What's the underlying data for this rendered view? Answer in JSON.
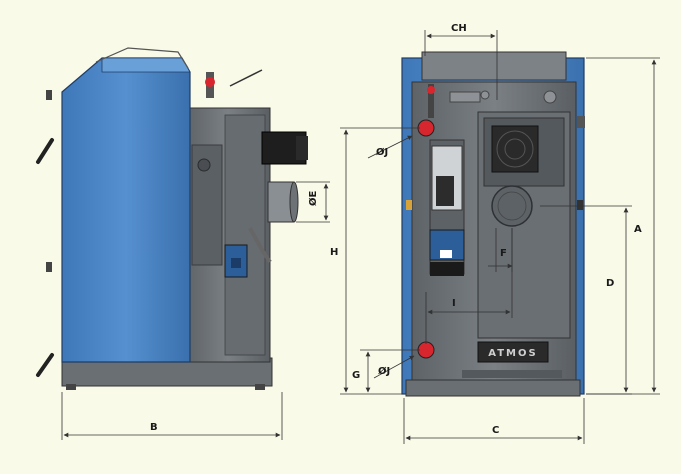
{
  "diagram": {
    "dimension_labels": {
      "B": "B",
      "C": "C",
      "CH": "CH",
      "A": "A",
      "H": "H",
      "D": "D",
      "G": "G",
      "E": "ØE",
      "F": "F",
      "I": "I",
      "J_top": "ØJ",
      "J_bottom": "ØJ"
    },
    "brand_plate": "ATMOS",
    "colors": {
      "background": "#fafae9",
      "body_blue": "#4a84c4",
      "body_grey": "#6f7478",
      "panel_dark": "#54595d",
      "connector_red": "#d8262e",
      "dimension_line": "#333333"
    }
  }
}
